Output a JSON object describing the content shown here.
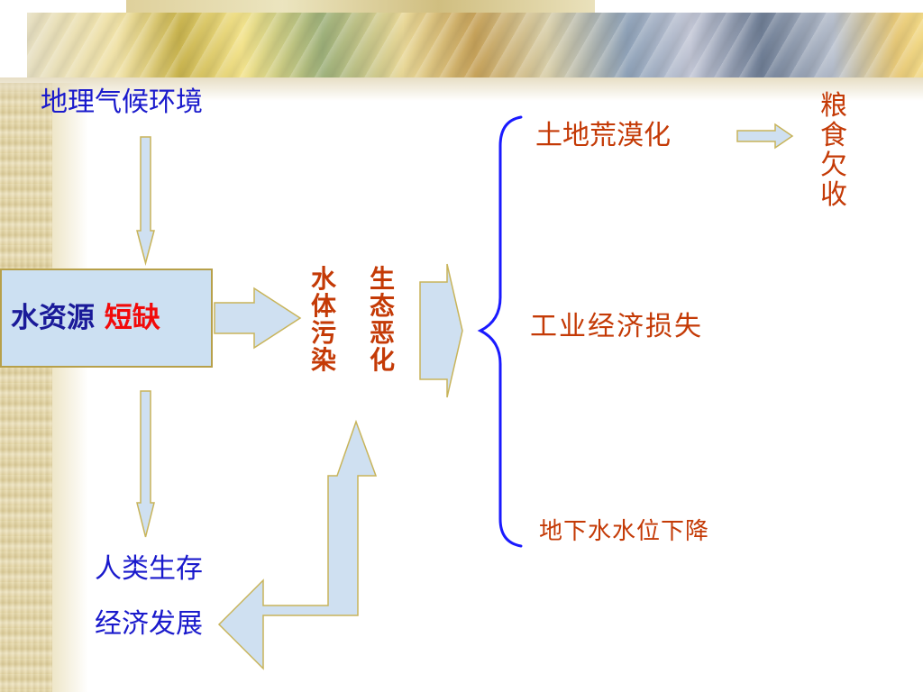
{
  "diagram": {
    "env_label": "地理气候环境",
    "water_source": "水资源",
    "water_shortage": "短缺",
    "pollution": "水体污染",
    "eco_degradation": "生态恶化",
    "effects": {
      "desertification": "土地荒漠化",
      "industry_loss": "工业经济损失",
      "groundwater_drop": "地下水水位下降"
    },
    "grain_loss": "粮食欠收",
    "human_survival": "人类生存",
    "economic_development": "经济发展"
  }
}
